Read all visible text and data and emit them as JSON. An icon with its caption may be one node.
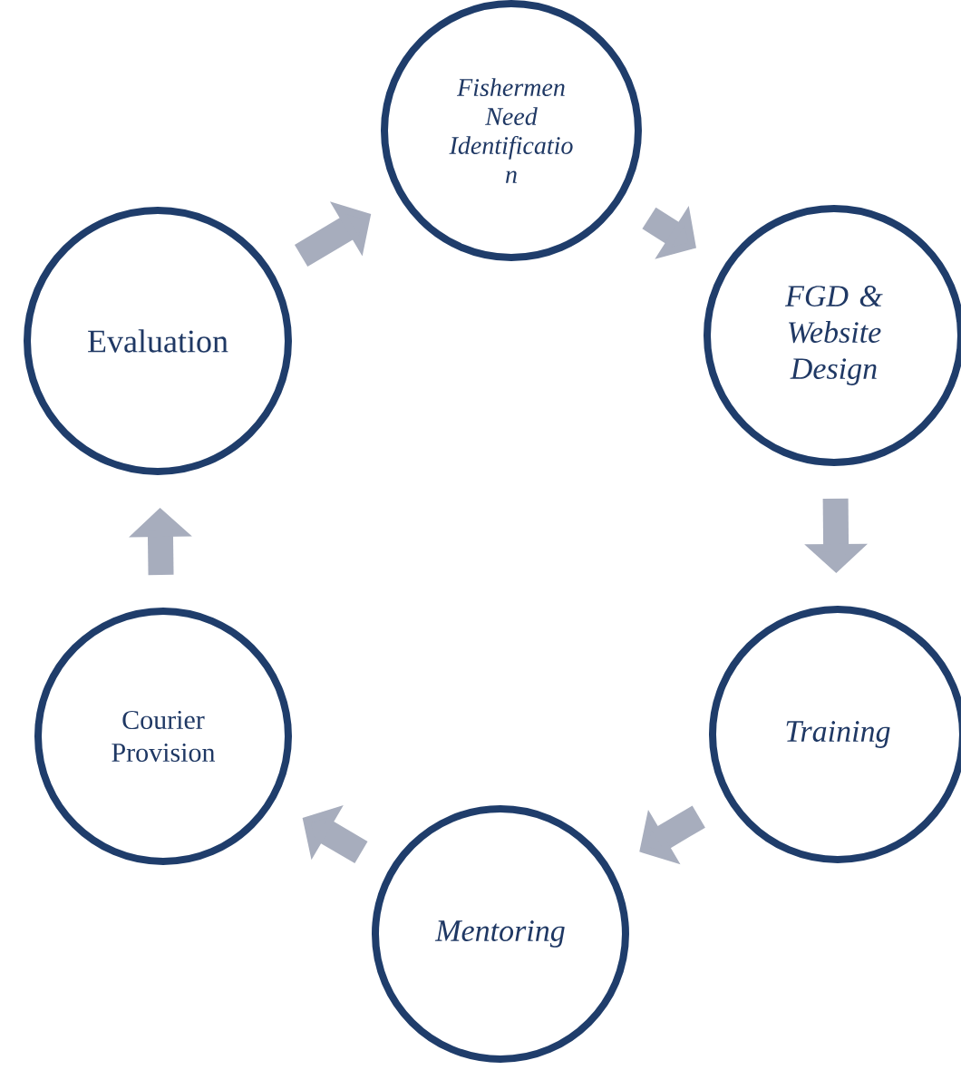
{
  "diagram": {
    "nodes": [
      {
        "text": [
          "Fishermen Need Identificatio n"
        ]
      },
      {
        "text": [
          "FGD & Website Design"
        ]
      },
      {
        "text": [
          "Training"
        ]
      },
      {
        "text": [
          "Mentoring"
        ]
      },
      {
        "text": [
          "Courier Provision"
        ]
      },
      {
        "text": [
          "Evaluation"
        ]
      }
    ],
    "edges": [
      {
        "from": 0,
        "to": 1,
        "arrow": "to"
      },
      {
        "from": 1,
        "to": 2,
        "arrow": "to"
      },
      {
        "from": 2,
        "to": 3,
        "arrow": "to"
      },
      {
        "from": 3,
        "to": 4,
        "arrow": "to"
      },
      {
        "from": 4,
        "to": 5,
        "arrow": "to"
      },
      {
        "from": 5,
        "to": 0,
        "arrow": "to"
      }
    ]
  }
}
